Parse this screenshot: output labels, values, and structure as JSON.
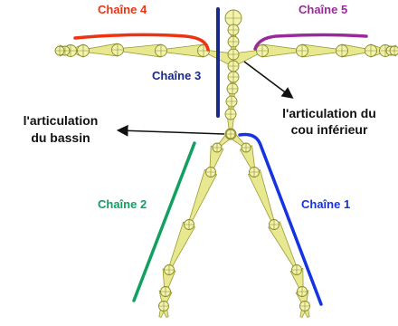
{
  "chains": [
    {
      "id": "chain-1",
      "label": "Chaîne 1",
      "color": "#1533e0"
    },
    {
      "id": "chain-2",
      "label": "Chaîne 2",
      "color": "#12a060"
    },
    {
      "id": "chain-3",
      "label": "Chaîne 3",
      "color": "#1a2a8a"
    },
    {
      "id": "chain-4",
      "label": "Chaîne 4",
      "color": "#ee3311"
    },
    {
      "id": "chain-5",
      "label": "Chaîne 5",
      "color": "#9a2a9a"
    }
  ],
  "annotations": {
    "pelvis_joint": [
      "l'articulation",
      "du bassin"
    ],
    "lower_neck_joint": [
      "l'articulation du",
      "cou inférieur"
    ]
  },
  "colors": {
    "bone_fill": "#e8e890",
    "bone_stroke": "#9a9a30",
    "joint_fill": "#f3f3b0",
    "joint_stroke": "#8a8a28",
    "arrow": "#111111"
  }
}
